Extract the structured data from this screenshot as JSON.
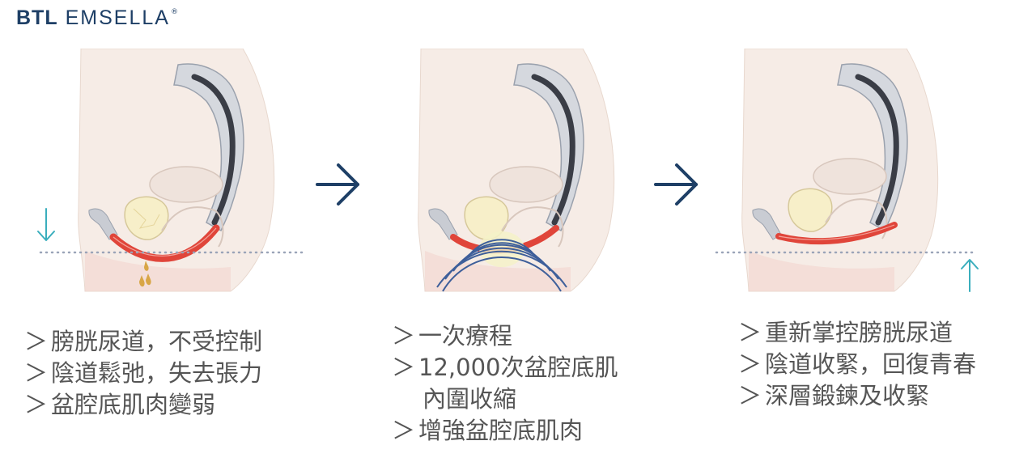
{
  "brand": {
    "name_bold": "BTL",
    "name_light": "EMSELLA",
    "mark": "®"
  },
  "colors": {
    "navy": "#1e3f66",
    "teal_arrow": "#3aaebd",
    "muscle": "#e0453a",
    "skin": "#f6ece6",
    "dotted_line": "#9aa4b8",
    "text": "#555555"
  },
  "icons": [
    "down-arrow-icon",
    "right-arrow-icon",
    "up-arrow-icon"
  ],
  "panels": [
    {
      "bullet": "＞",
      "lines": [
        "膀胱尿道，不受控制",
        "陰道鬆弛，失去張力",
        "盆腔底肌肉變弱"
      ]
    },
    {
      "bullet": "＞",
      "lines": [
        "一次療程",
        "12,000次盆腔底肌",
        "內圍收縮",
        "增強盆腔底肌肉"
      ]
    },
    {
      "bullet": "＞",
      "lines": [
        "重新掌控膀胱尿道",
        "陰道收緊，回復青春",
        "深層鍛鍊及收緊"
      ]
    }
  ]
}
